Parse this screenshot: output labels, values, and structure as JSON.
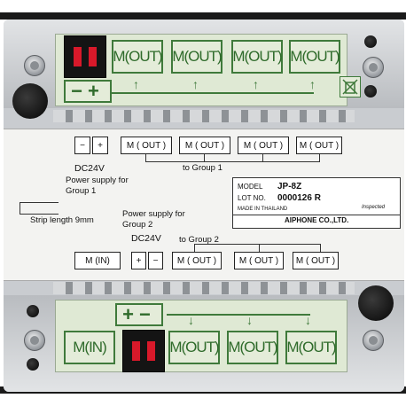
{
  "top_terminals": {
    "power_symbols": "−+",
    "outputs": [
      "M(OUT)",
      "M(OUT)",
      "M(OUT)",
      "M(OUT)"
    ]
  },
  "label": {
    "top_power_box": [
      "−",
      "+"
    ],
    "dc_top": "DC24V",
    "power_supply_group1": "Power supply for",
    "group1": "Group 1",
    "top_outputs": [
      "M ( OUT )",
      "M ( OUT )",
      "M ( OUT )",
      "M ( OUT )"
    ],
    "to_group1": "to Group 1",
    "strip_length": "Strip length 9mm",
    "power_supply_group2": "Power supply for",
    "group2": "Group 2",
    "dc_bottom": "DC24V",
    "to_group2": "to Group 2",
    "bottom_in": "M (IN)",
    "bottom_power_box": [
      "+",
      "−"
    ],
    "bottom_outputs": [
      "M ( OUT )",
      "M ( OUT )",
      "M ( OUT )"
    ],
    "model_label": "MODEL",
    "model_value": "JP-8Z",
    "lot_label": "LOT NO.",
    "lot_value": "0000126 R",
    "made_in": "MADE IN THAILAND",
    "inspected": "Inspected",
    "brand": "AIPHONE CO.,LTD."
  },
  "bottom_terminals": {
    "input": "M(IN)",
    "power_symbols": "+−",
    "outputs": [
      "M(OUT)",
      "M(OUT)",
      "M(OUT)"
    ]
  },
  "colors": {
    "terminal_green": "#3f7a3b",
    "terminal_bg": "#e4ecd9",
    "connector_red": "#d8192a",
    "housing_gray": "#c9ccd0"
  }
}
